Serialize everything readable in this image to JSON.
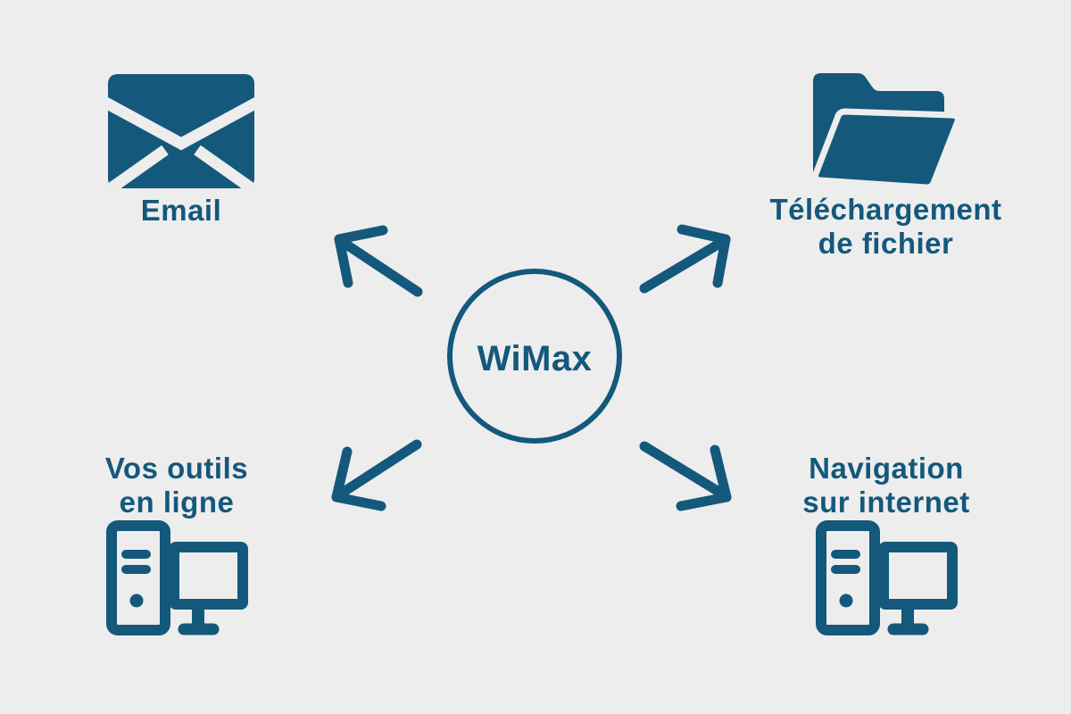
{
  "colors": {
    "background": "#ededed",
    "accent": "#14587c"
  },
  "center": {
    "label": "WiMax"
  },
  "nodes": {
    "email": {
      "label": "Email",
      "icon": "envelope-icon"
    },
    "download": {
      "label": "Téléchargement\nde fichier",
      "icon": "open-folder-icon"
    },
    "tools": {
      "label": "Vos outils\nen ligne",
      "icon": "desktop-computer-icon"
    },
    "navigation": {
      "label": "Navigation\nsur internet",
      "icon": "desktop-computer-icon"
    }
  },
  "arrows": [
    {
      "direction": "top-left",
      "target": "email"
    },
    {
      "direction": "top-right",
      "target": "download"
    },
    {
      "direction": "bottom-left",
      "target": "tools"
    },
    {
      "direction": "bottom-right",
      "target": "navigation"
    }
  ]
}
